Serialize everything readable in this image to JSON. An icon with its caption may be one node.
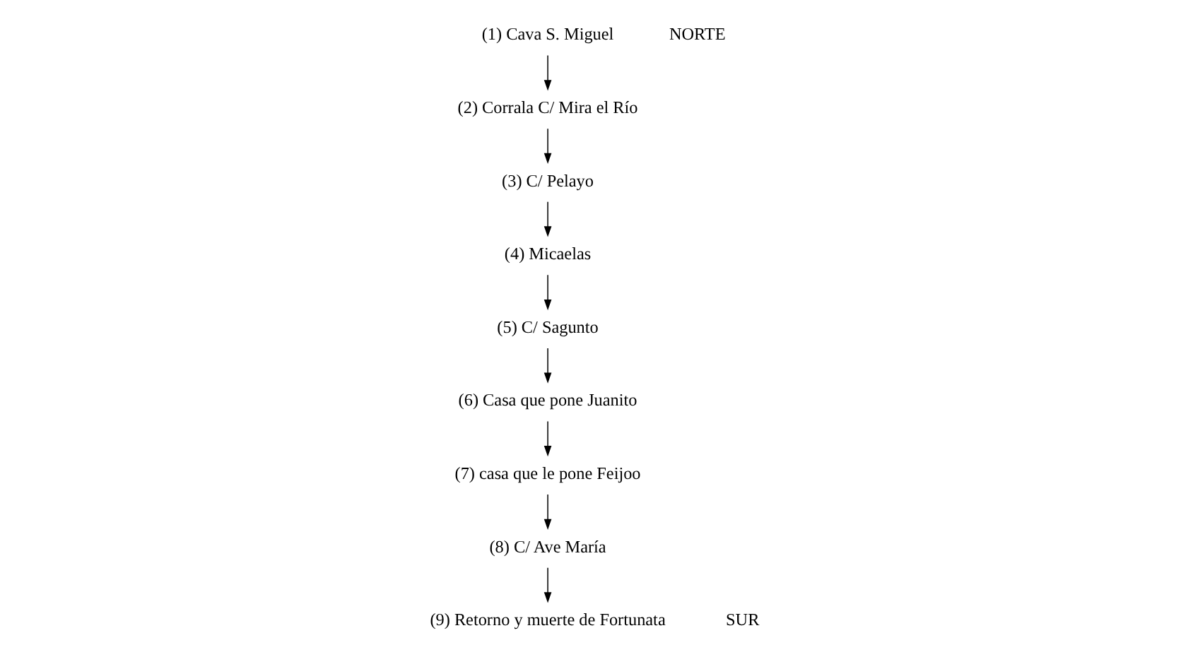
{
  "diagram": {
    "nodes": [
      {
        "text": [
          "(1) Cava S. Miguel"
        ]
      },
      {
        "text": [
          "(2) Corrala C/ Mira el Río"
        ]
      },
      {
        "text": [
          "(3) C/ Pelayo"
        ]
      },
      {
        "text": [
          "(4) Micaelas"
        ]
      },
      {
        "text": [
          "(5) C/ Sagunto"
        ]
      },
      {
        "text": [
          "(6) Casa que pone Juanito"
        ]
      },
      {
        "text": [
          "(7) casa que le pone Feijoo"
        ]
      },
      {
        "text": [
          "(8) C/ Ave María"
        ]
      },
      {
        "text": [
          "(9) Retorno y muerte de Fortunata"
        ]
      }
    ],
    "edges": [
      {
        "from": 0,
        "to": 1,
        "arrow": "to"
      },
      {
        "from": 1,
        "to": 2,
        "arrow": "to"
      },
      {
        "from": 2,
        "to": 3,
        "arrow": "to"
      },
      {
        "from": 3,
        "to": 4,
        "arrow": "to"
      },
      {
        "from": 4,
        "to": 5,
        "arrow": "to"
      },
      {
        "from": 5,
        "to": 6,
        "arrow": "to"
      },
      {
        "from": 6,
        "to": 7,
        "arrow": "to"
      },
      {
        "from": 7,
        "to": 8,
        "arrow": "to"
      }
    ],
    "labels": [
      "NORTE",
      "SUR"
    ]
  }
}
